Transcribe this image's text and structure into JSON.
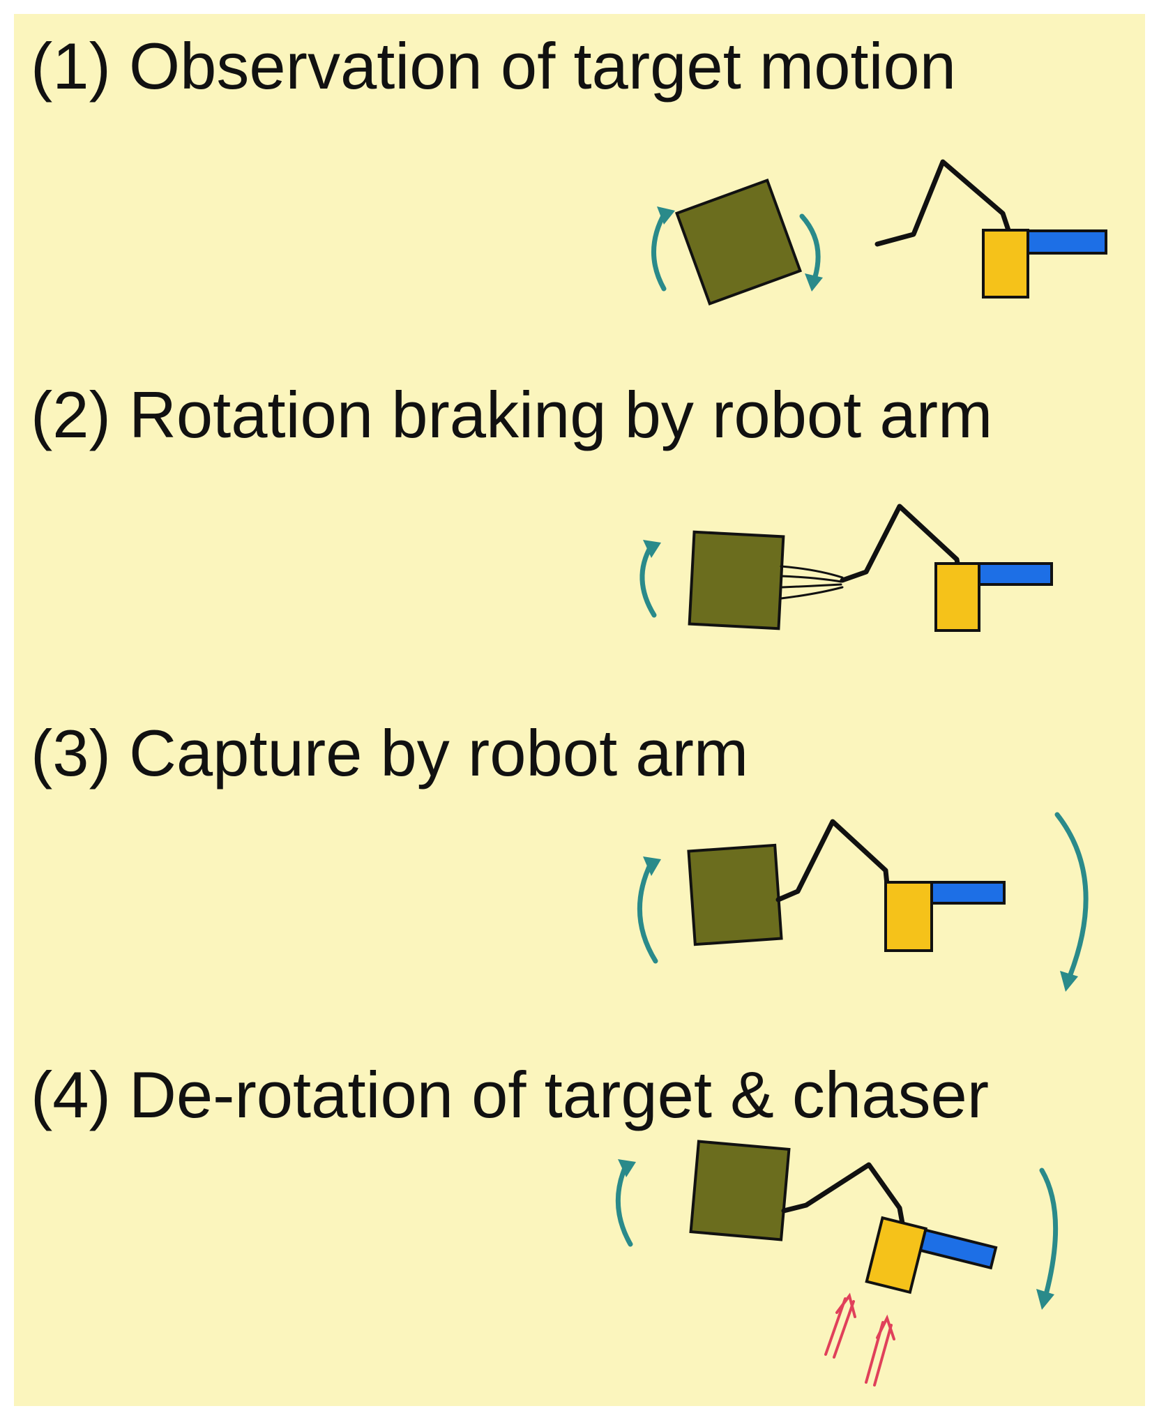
{
  "steps": [
    {
      "title": "(1) Observation of target motion"
    },
    {
      "title": "(2) Rotation braking by robot arm"
    },
    {
      "title": "(3) Capture by robot arm"
    },
    {
      "title": "(4) De-rotation of target & chaser"
    }
  ],
  "colors": {
    "background": "#fbf5bd",
    "target": "#6b6d1e",
    "chaser_body": "#f5c21a",
    "solar_panel": "#1d6fe6",
    "arm": "#111111",
    "rotation_arrow": "#2a8a8a",
    "thruster_plume": "#e0405a"
  }
}
